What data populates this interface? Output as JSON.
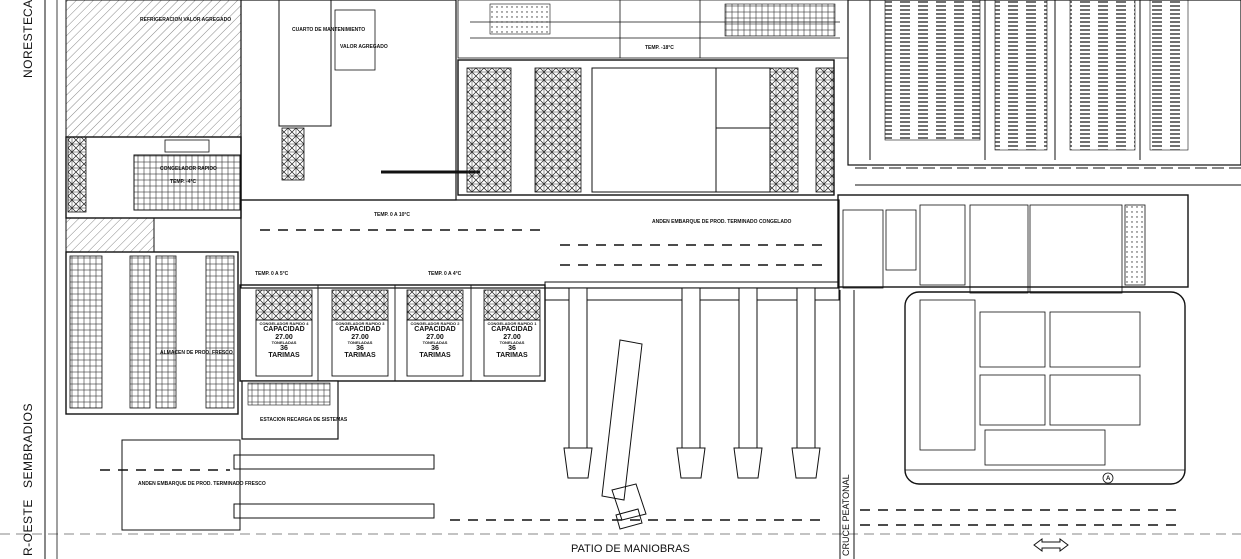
{
  "streets": {
    "noreste": "NORESTE",
    "noreste_cut": "CA",
    "noroeste": "R-OESTE",
    "sembradios": "SEMBRADIOS",
    "peatonal": "CRUCE PEATONAL"
  },
  "yard": {
    "label": "PATIO DE MANIOBRAS"
  },
  "rooms": {
    "congelador_left": "CONGELADOR RAPIDO",
    "temp_m4": "TEMP. -4°C",
    "temp_m18": "TEMP. -18°C",
    "temp_0_5": "TEMP. 0 A 5°C",
    "temp_0_4": "TEMP. 0 A 4°C",
    "temp_0_10": "TEMP. 0 A 10°C",
    "almacen_fresco": "ALMACEN DE PROD. FRESCO",
    "anden_congelado": "ANDEN EMBARQUE DE PROD. TERMINADO CONGELADO",
    "anden_fresco": "ANDEN EMBARQUE DE PROD. TERMINADO FRESCO",
    "estacion_recarga": "ESTACION RECARGA DE SISTEMAS",
    "valor_agregado": "VALOR AGREGADO",
    "cuarto_mantenimiento": "CUARTO DE MANTENIMIENTO",
    "refrigeracion": "REFRIGERACION VALOR AGREGADO"
  },
  "freezers": [
    {
      "title": "CONGELADOR RAPIDO 4",
      "capacity": "CAPACIDAD",
      "tons": "27.00",
      "unit": "TONELADAS",
      "tarimas": "36",
      "tarimas_label": "TARIMAS"
    },
    {
      "title": "CONGELADOR RAPIDO 3",
      "capacity": "CAPACIDAD",
      "tons": "27.00",
      "unit": "TONELADAS",
      "tarimas": "36",
      "tarimas_label": "TARIMAS"
    },
    {
      "title": "CONGELADOR RAPIDO 2",
      "capacity": "CAPACIDAD",
      "tons": "27.00",
      "unit": "TONELADAS",
      "tarimas": "36",
      "tarimas_label": "TARIMAS"
    },
    {
      "title": "CONGELADOR RAPIDO 1",
      "capacity": "CAPACIDAD",
      "tons": "27.00",
      "unit": "TONELADAS",
      "tarimas": "36",
      "tarimas_label": "TARIMAS"
    }
  ],
  "grid_marker": "A",
  "colors": {
    "line": "#111111",
    "hatch": "#444444",
    "paper": "#ffffff"
  },
  "icons": {
    "north_arrow": "double-arrow-icon"
  }
}
